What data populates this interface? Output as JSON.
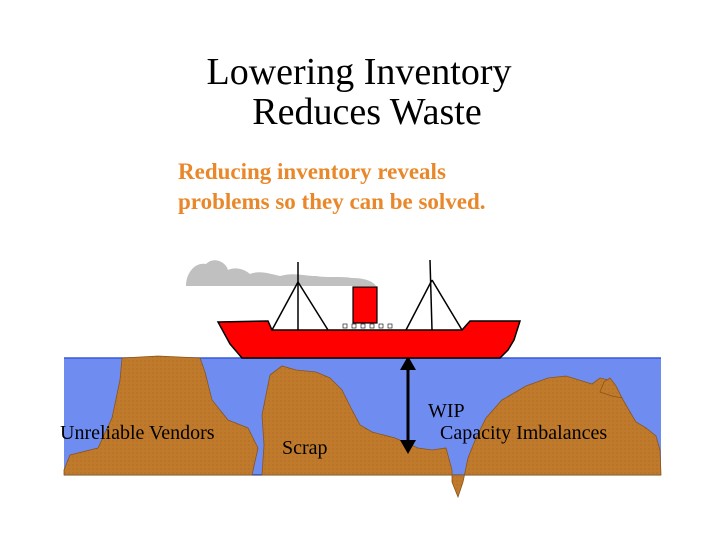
{
  "slide": {
    "title_line1": "Lowering Inventory",
    "title_line2": "Reduces Waste",
    "subtitle_line1": "Reducing inventory reveals",
    "subtitle_line2": "problems so they can be solved."
  },
  "labels": {
    "vendors": "Unreliable Vendors",
    "scrap": "Scrap",
    "wip": "WIP",
    "capacity": "Capacity Imbalances"
  },
  "colors": {
    "water": "#6f8cf0",
    "rock": "#c07a2c",
    "ship_hull": "#ff0000",
    "smoke": "#c0c0c0",
    "subtitle": "#e8882a"
  }
}
